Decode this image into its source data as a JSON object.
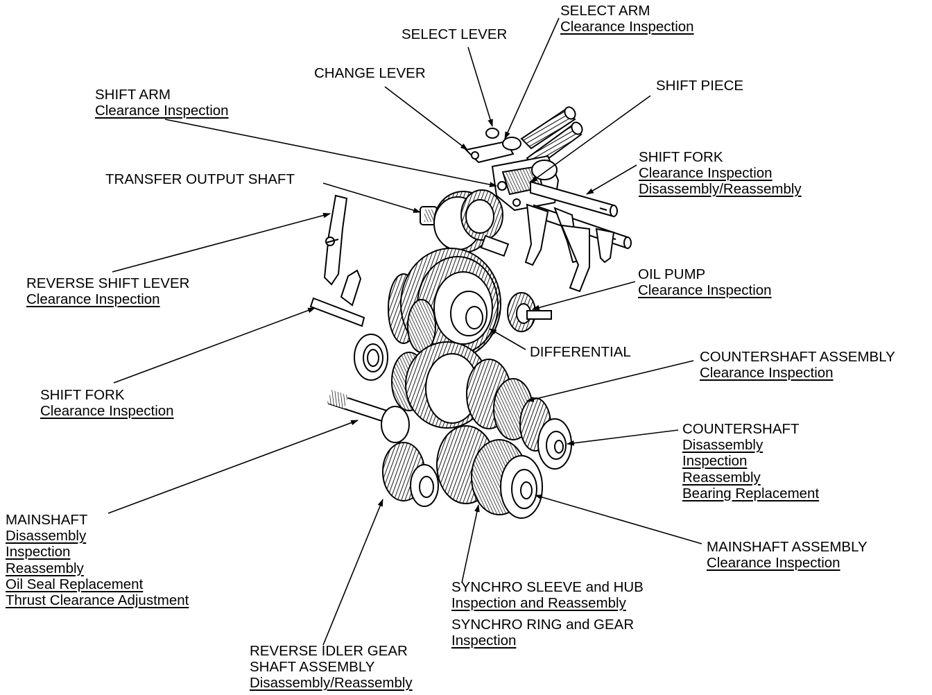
{
  "callouts": {
    "select_arm": {
      "title": "SELECT ARM",
      "links": [
        "Clearance Inspection"
      ]
    },
    "select_lever": {
      "title": "SELECT LEVER",
      "links": []
    },
    "change_lever": {
      "title": "CHANGE LEVER",
      "links": []
    },
    "shift_piece": {
      "title": "SHIFT PIECE",
      "links": []
    },
    "shift_arm": {
      "title": "SHIFT ARM",
      "links": [
        "Clearance Inspection"
      ]
    },
    "shift_fork_upper": {
      "title": "SHIFT FORK",
      "links": [
        "Clearance Inspection",
        "Disassembly/Reassembly"
      ]
    },
    "transfer_output_shaft": {
      "title": "TRANSFER OUTPUT SHAFT",
      "links": []
    },
    "reverse_shift_lever": {
      "title": "REVERSE SHIFT LEVER",
      "links": [
        "Clearance Inspection"
      ]
    },
    "oil_pump": {
      "title": "OIL PUMP",
      "links": [
        "Clearance Inspection"
      ]
    },
    "differential": {
      "title": "DIFFERENTIAL",
      "links": []
    },
    "countershaft_assembly": {
      "title": "COUNTERSHAFT ASSEMBLY",
      "links": [
        "Clearance Inspection"
      ]
    },
    "shift_fork_lower": {
      "title": "SHIFT FORK",
      "links": [
        "Clearance Inspection"
      ]
    },
    "countershaft": {
      "title": "COUNTERSHAFT",
      "links": [
        "Disassembly",
        "Inspection",
        "Reassembly",
        "Bearing Replacement"
      ]
    },
    "mainshaft": {
      "title": "MAINSHAFT",
      "links": [
        "Disassembly",
        "Inspection",
        "Reassembly",
        "Oil Seal Replacement",
        "Thrust Clearance Adjustment"
      ]
    },
    "mainshaft_assembly": {
      "title": "MAINSHAFT ASSEMBLY",
      "links": [
        "Clearance Inspection"
      ]
    },
    "synchro_sleeve_hub": {
      "title": "SYNCHRO SLEEVE and HUB",
      "links": [
        "Inspection and Reassembly"
      ]
    },
    "synchro_ring_gear": {
      "title": "SYNCHRO RING and GEAR",
      "links": [
        "Inspection"
      ]
    },
    "reverse_idler_gear": {
      "title": "REVERSE IDLER GEAR",
      "title2": "SHAFT ASSEMBLY",
      "links": [
        "Disassembly/Reassembly"
      ]
    }
  },
  "colors": {
    "ink": "#000000",
    "paper": "#ffffff"
  }
}
